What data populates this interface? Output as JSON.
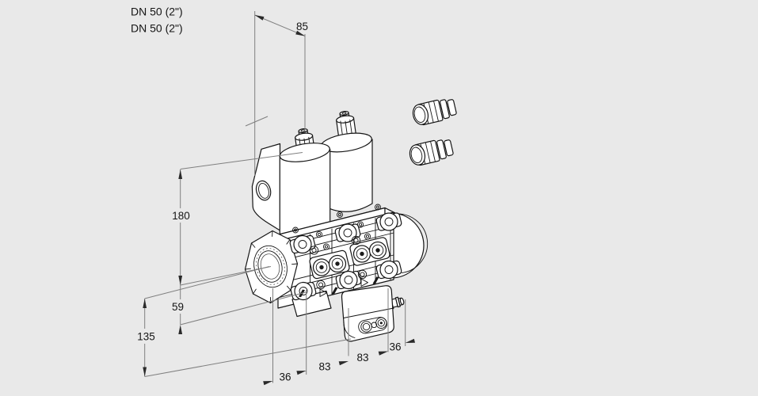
{
  "labels": {
    "dn_line1": "DN 50 (2\")",
    "dn_line2": "DN 50 (2\")"
  },
  "dimensions": {
    "top_width": "85",
    "axis_to_top": "180",
    "axis_to_body_bottom": "59",
    "axis_to_regulator_bottom": "135",
    "bottom_chain": [
      "36",
      "83",
      "83",
      "36"
    ]
  },
  "drawing": {
    "subject": "double-solenoid-gas-valve-isometric-line-drawing",
    "parts": [
      "solenoid-coil-1",
      "solenoid-coil-2",
      "mounting-bracket",
      "valve-body",
      "threaded-flange-dn50",
      "right-flange",
      "pressure-regulator-block",
      "test-nipple",
      "cable-gland-1",
      "cable-gland-2"
    ],
    "colors": {
      "background": "#e9e9e9",
      "outline": "#151515",
      "dimension_line": "#7f7f7f",
      "text": "#151515",
      "part_fill": "#ffffff"
    }
  }
}
